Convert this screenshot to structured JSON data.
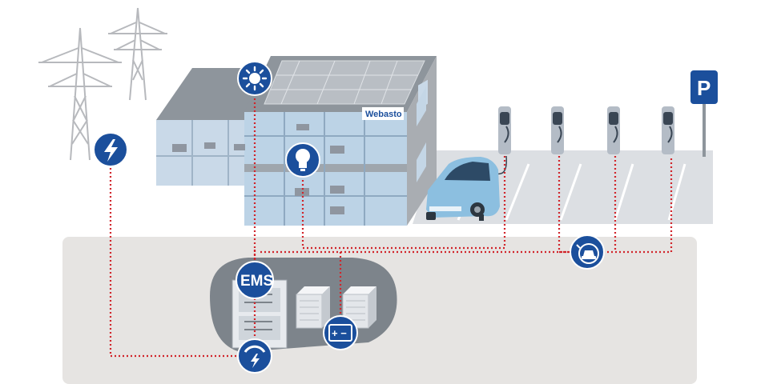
{
  "diagram": {
    "ems_label": "EMS",
    "brand_label": "Webasto",
    "parking_sign_label": "P",
    "battery_label": "+ −",
    "icons": [
      "power-grid-icon",
      "sun-icon",
      "light-bulb-icon",
      "ems-controller-icon",
      "energy-meter-icon",
      "battery-icon",
      "ev-charging-icon"
    ],
    "colors": {
      "icon_blue": "#1b4f9c",
      "wire_red": "#d1242a",
      "ground": "#e6e4e2",
      "building_glass": "#bcd3e6",
      "building_gray": "#8e959c"
    }
  }
}
